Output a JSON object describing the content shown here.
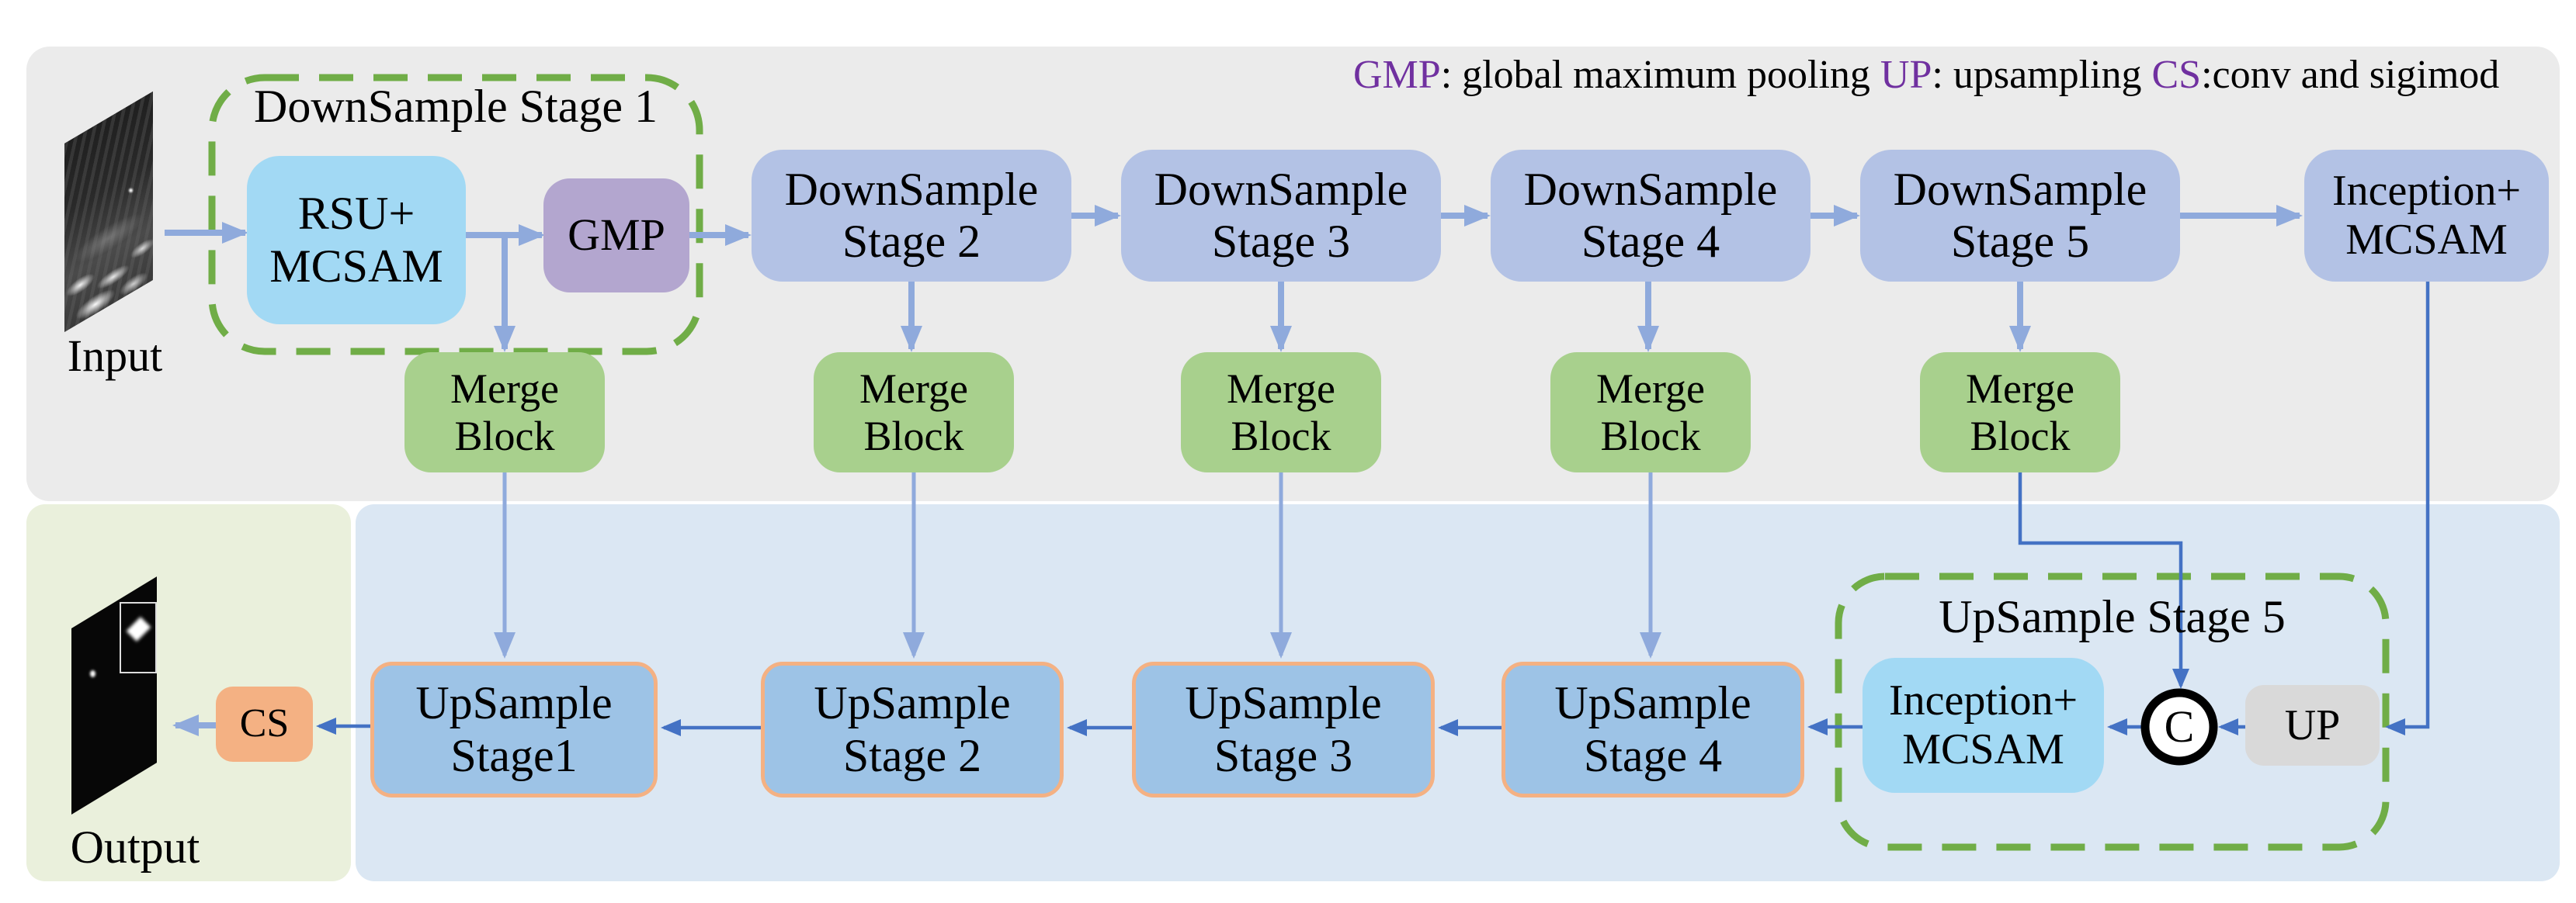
{
  "colors": {
    "canvas_bg": "#ffffff",
    "encoder_bg": "#ebebeb",
    "decoder_bg": "#dbe7f3",
    "output_bg": "#eaf0dc",
    "stage_fill": "#b3c2e5",
    "cyan_fill": "#a2d9f4",
    "gmp_fill": "#b3a6cf",
    "merge_fill": "#a8d08d",
    "up_fill": "#d9d9d9",
    "orange_fill": "#f4b183",
    "upsample_fill": "#9dc3e6",
    "upsample_border": "#f4b183",
    "arrow_thick": "#8faadc",
    "arrow_thin": "#4472c4",
    "dashed_green": "#70ad47",
    "legend_term": "#7030a0",
    "text": "#000000"
  },
  "legend": {
    "items": [
      {
        "term": "GMP",
        "definition": ": global maximum pooling "
      },
      {
        "term": "UP",
        "definition": ": upsampling "
      },
      {
        "term": "CS",
        "definition": ":conv and sigimod"
      }
    ]
  },
  "encoder": {
    "input_label": "Input",
    "stage1_group_label": "DownSample Stage 1",
    "rsu_block": {
      "line1": "RSU+",
      "line2": "MCSAM"
    },
    "gmp_block": "GMP",
    "stage2": {
      "line1": "DownSample",
      "line2": "Stage 2"
    },
    "stage3": {
      "line1": "DownSample",
      "line2": "Stage 3"
    },
    "stage4": {
      "line1": "DownSample",
      "line2": "Stage 4"
    },
    "stage5": {
      "line1": "DownSample",
      "line2": "Stage 5"
    },
    "inception_block": {
      "line1": "Inception+",
      "line2": "MCSAM"
    },
    "merge_block": {
      "line1": "Merge",
      "line2": "Block"
    }
  },
  "decoder": {
    "output_label": "Output",
    "stage5_group_label": "UpSample Stage 5",
    "inception_block": {
      "line1": "Inception+",
      "line2": "MCSAM"
    },
    "concat_label": "C",
    "up_block": "UP",
    "cs_block": "CS",
    "stage4": {
      "line1": "UpSample",
      "line2": "Stage 4"
    },
    "stage3": {
      "line1": "UpSample",
      "line2": "Stage 3"
    },
    "stage2": {
      "line1": "UpSample",
      "line2": "Stage 2"
    },
    "stage1": {
      "line1": "UpSample",
      "line2": "Stage1"
    }
  }
}
